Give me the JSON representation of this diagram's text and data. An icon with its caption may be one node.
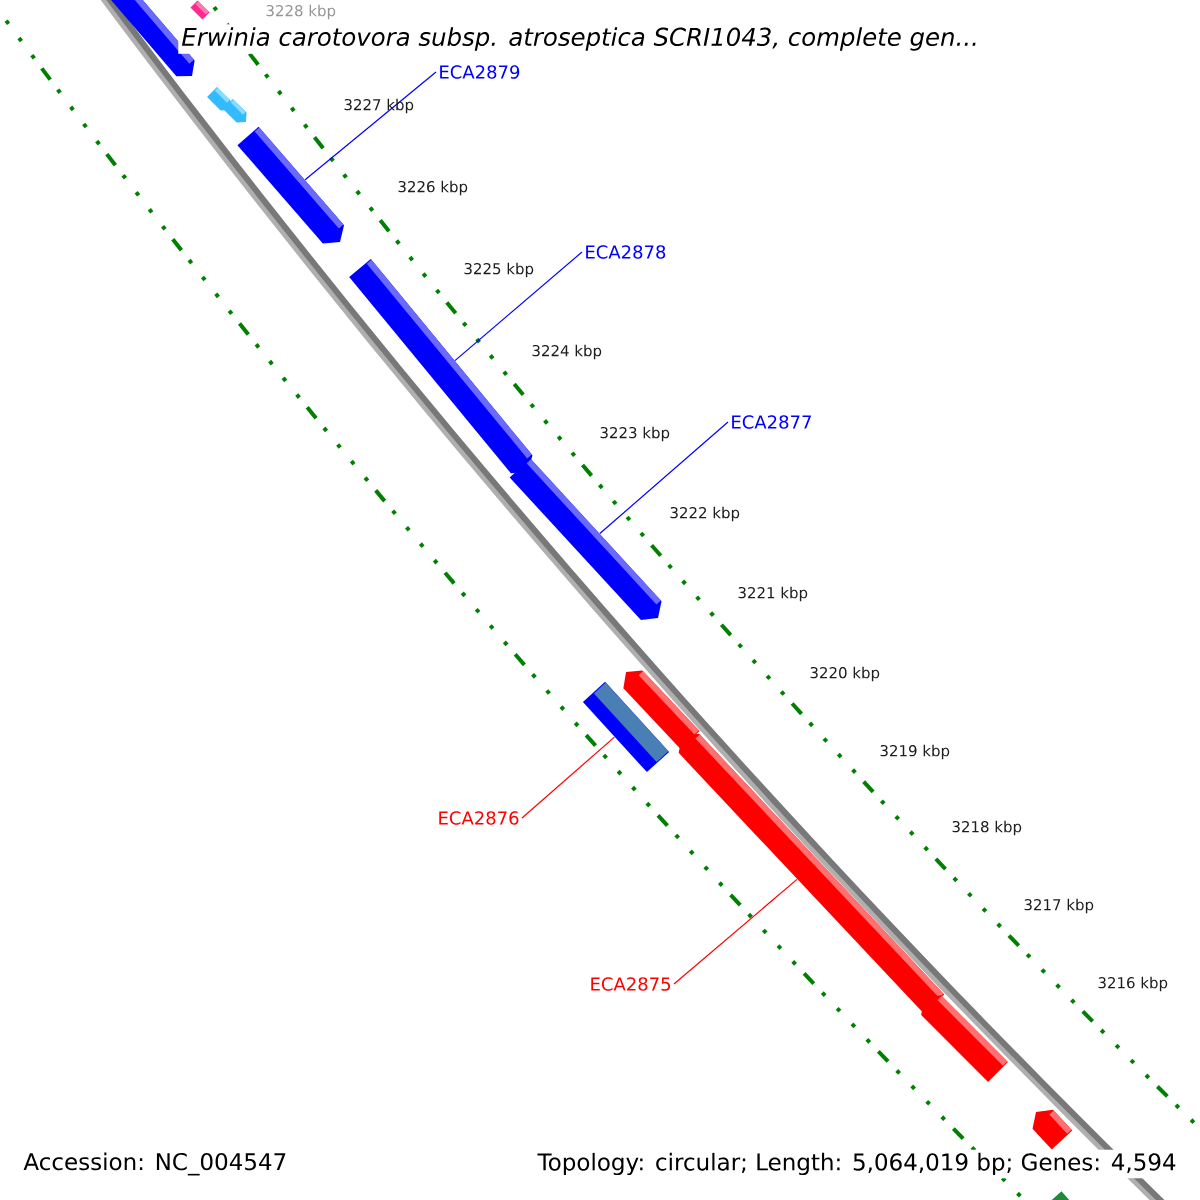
{
  "diagram": {
    "title": "Erwinia carotovora subsp. atroseptica SCRI1043, complete gen...",
    "nodes": [
      {
        "text": [],
        "shape": "bar"
      },
      {
        "text": [],
        "shape": "pentagon"
      },
      {
        "text": [],
        "shape": "pentagon"
      },
      {
        "text": [],
        "shape": "pentagon"
      },
      {
        "text": [
          "ECA2879"
        ]
      },
      {
        "text": [],
        "shape": "pentagon"
      },
      {
        "text": [
          "ECA2878"
        ]
      },
      {
        "text": [],
        "shape": "pentagon"
      },
      {
        "text": [
          "ECA2877"
        ]
      },
      {
        "text": [],
        "shape": "pentagon"
      },
      {
        "text": [],
        "shape": "pentagon"
      },
      {
        "text": [],
        "shape": "bar"
      },
      {
        "text": [
          "ECA2876"
        ]
      },
      {
        "text": [],
        "shape": "pentagon"
      },
      {
        "text": [
          "ECA2875"
        ]
      },
      {
        "text": [],
        "shape": "pentagon"
      },
      {
        "text": [],
        "shape": "pentagon"
      },
      {
        "text": [],
        "shape": "bar"
      }
    ],
    "edges": [
      {
        "from": 4,
        "to": 5,
        "arrow": "none"
      },
      {
        "from": 6,
        "to": 7,
        "arrow": "none"
      },
      {
        "from": 8,
        "to": 9,
        "arrow": "none"
      },
      {
        "from": 12,
        "to": 11,
        "arrow": "none",
        "color": "#ff0000"
      },
      {
        "from": 14,
        "to": 13,
        "arrow": "none",
        "color": "#ff0000"
      }
    ],
    "labels": [
      "3228 kbp",
      "3227 kbp",
      "3226 kbp",
      "3225 kbp",
      "3224 kbp",
      "3223 kbp",
      "3222 kbp",
      "3221 kbp",
      "3220 kbp",
      "3219 kbp",
      "3218 kbp",
      "3217 kbp",
      "3216 kbp",
      "Accession: NC_004547",
      "Topology: circular; Length: 5,064,019 bp; Genes: 4,594"
    ]
  }
}
